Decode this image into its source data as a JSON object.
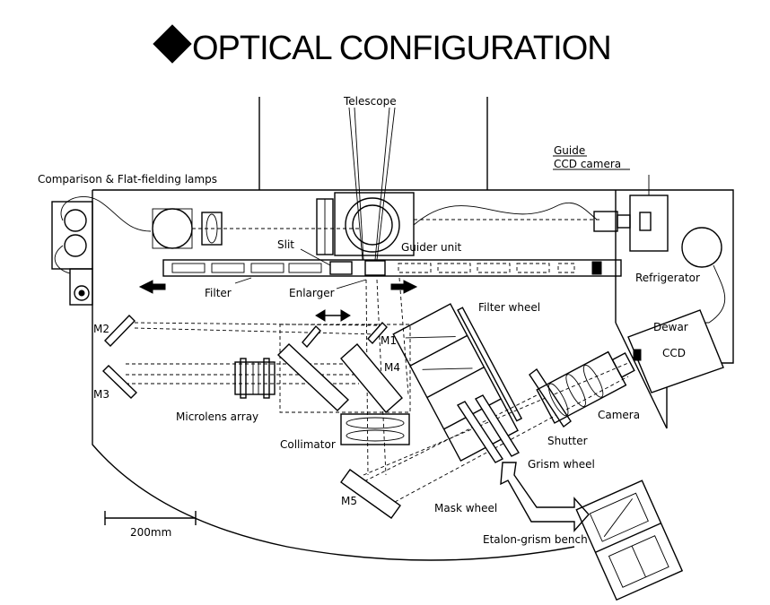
{
  "title": "OPTICAL CONFIGURATION",
  "labels": {
    "telescope": "Telescope",
    "lamps": "Comparison & Flat-fielding lamps",
    "guide": "Guide",
    "ccd_camera": "CCD camera",
    "slit": "Slit",
    "guider_unit": "Guider unit",
    "refrigerator": "Refrigerator",
    "filter": "Filter",
    "enlarger": "Enlarger",
    "filter_wheel": "Filter wheel",
    "m1": "M1",
    "m2": "M2",
    "m3": "M3",
    "m4": "M4",
    "m5": "M5",
    "dewar": "Dewar",
    "ccd": "CCD",
    "microlens_array": "Microlens array",
    "camera": "Camera",
    "collimator": "Collimator",
    "shutter": "Shutter",
    "grism_wheel": "Grism wheel",
    "mask_wheel": "Mask wheel",
    "etalon_grism_bench": "Etalon-grism bench",
    "scale": "200mm"
  }
}
